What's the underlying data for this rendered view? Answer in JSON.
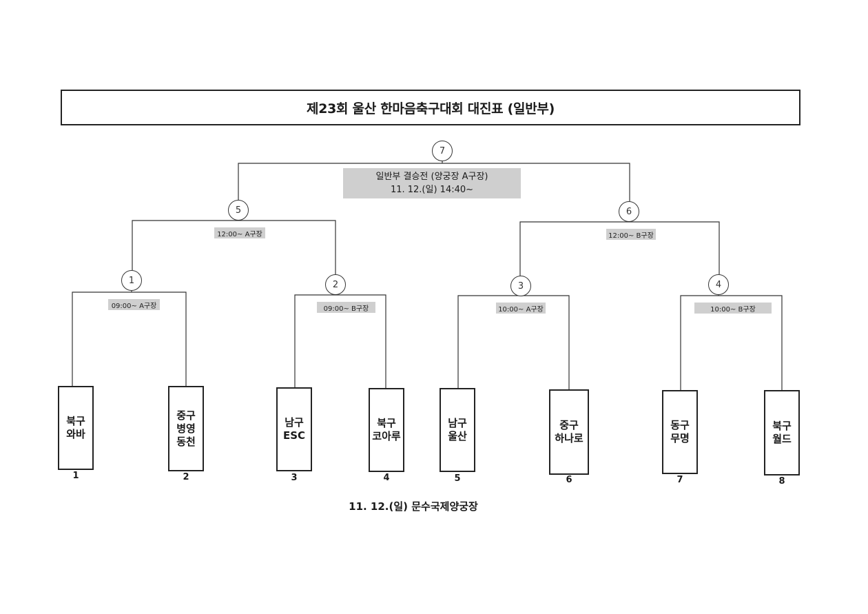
{
  "title": "제23회 울산 한마음축구대회 대진표 (일반부)",
  "final": {
    "match_no": "7",
    "line1": "일반부 결승전 (양궁장 A구장)",
    "line2": "11. 12.(일) 14:40~"
  },
  "semifinals": [
    {
      "match_no": "5",
      "slot": "12:00~ A구장"
    },
    {
      "match_no": "6",
      "slot": "12:00~ B구장"
    }
  ],
  "quarterfinals": [
    {
      "match_no": "1",
      "slot": "09:00~ A구장"
    },
    {
      "match_no": "2",
      "slot": "09:00~ B구장"
    },
    {
      "match_no": "3",
      "slot": "10:00~ A구장"
    },
    {
      "match_no": "4",
      "slot": "10:00~ B구장"
    }
  ],
  "teams": [
    {
      "seed": "1",
      "lines": [
        "북구",
        "와바"
      ]
    },
    {
      "seed": "2",
      "lines": [
        "중구",
        "병영",
        "동천"
      ]
    },
    {
      "seed": "3",
      "lines": [
        "남구",
        "ESC"
      ]
    },
    {
      "seed": "4",
      "lines": [
        "북구",
        "코아루"
      ]
    },
    {
      "seed": "5",
      "lines": [
        "남구",
        "울산"
      ]
    },
    {
      "seed": "6",
      "lines": [
        "중구",
        "하나로"
      ]
    },
    {
      "seed": "7",
      "lines": [
        "동구",
        "무명"
      ]
    },
    {
      "seed": "8",
      "lines": [
        "북구",
        "월드"
      ]
    }
  ],
  "footer": "11. 12.(일) 문수국제양궁장"
}
